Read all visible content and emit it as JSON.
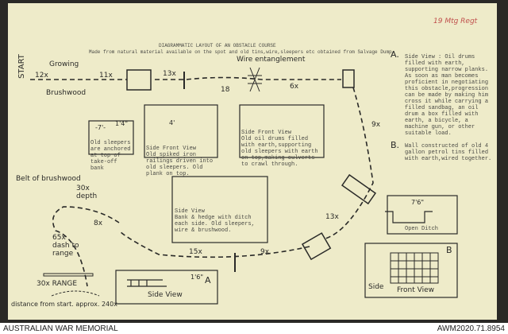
{
  "annotation": "19 Mtg Regt",
  "title": "DIAGRAMMATIC LAYOUT OF AN OBSTACLE COURSE",
  "subtitle": "Made from natural material available on the spot and old tins,wire,sleepers etc obtained from Salvage Dump.",
  "labels": {
    "start": "START",
    "growing": "Growing",
    "brushwood": "Brushwood",
    "wire": "Wire entanglement",
    "d12": "12x",
    "d11": "11x",
    "d13": "13x",
    "d18": "18",
    "d6": "6x",
    "d9": "9x",
    "d13b": "13x",
    "d15": "15x",
    "d9b": "9x",
    "d8": "8x",
    "belt": "Belt of brushwood",
    "depth": "30x depth",
    "dash": "65x dash to range",
    "range": "30x RANGE",
    "distance": "distance from start. approx. 240x",
    "m7": "-7'-",
    "m14": "1'4\"",
    "m4": "4'",
    "m76": "7'6\"",
    "m16": "1'6\""
  },
  "notes": {
    "a_letter": "A.",
    "a_text": "Side View : Oil drums filled with earth, supporting narrow planks. As soon as man becomes proficient in negotiating this obstacle,progression can be made by making him cross it while carrying a filled sandbag, an oil drum a box filled with earth, a bicycle, a machine gun, or other suitable load.",
    "b_letter": "B.",
    "b_text": "Wall constructed of old 4 gallon petrol tins filled with earth,wired together."
  },
  "boxes": {
    "sleepers": "Old sleepers are anchored at top of take-off bank",
    "rails": "Side      Front View\nOld spiked iron railings driven into old sleepers. Old plank on top.",
    "drums": "Side        Front View\nOld oil drums filled with earth,supporting old sleepers with earth on top,making culverts to crawl through.",
    "hedge": "Side View\nBank & hedge with ditch each side. Old sleepers, wire & brushwood.",
    "ditch": "Open Ditch",
    "side": "Side View",
    "side_letter": "A",
    "wall_side": "Side",
    "wall_front": "Front View",
    "wall_letter": "B"
  },
  "footer": {
    "left": "AUSTRALIAN WAR MEMORIAL",
    "right": "AWM2020.71.8954"
  }
}
